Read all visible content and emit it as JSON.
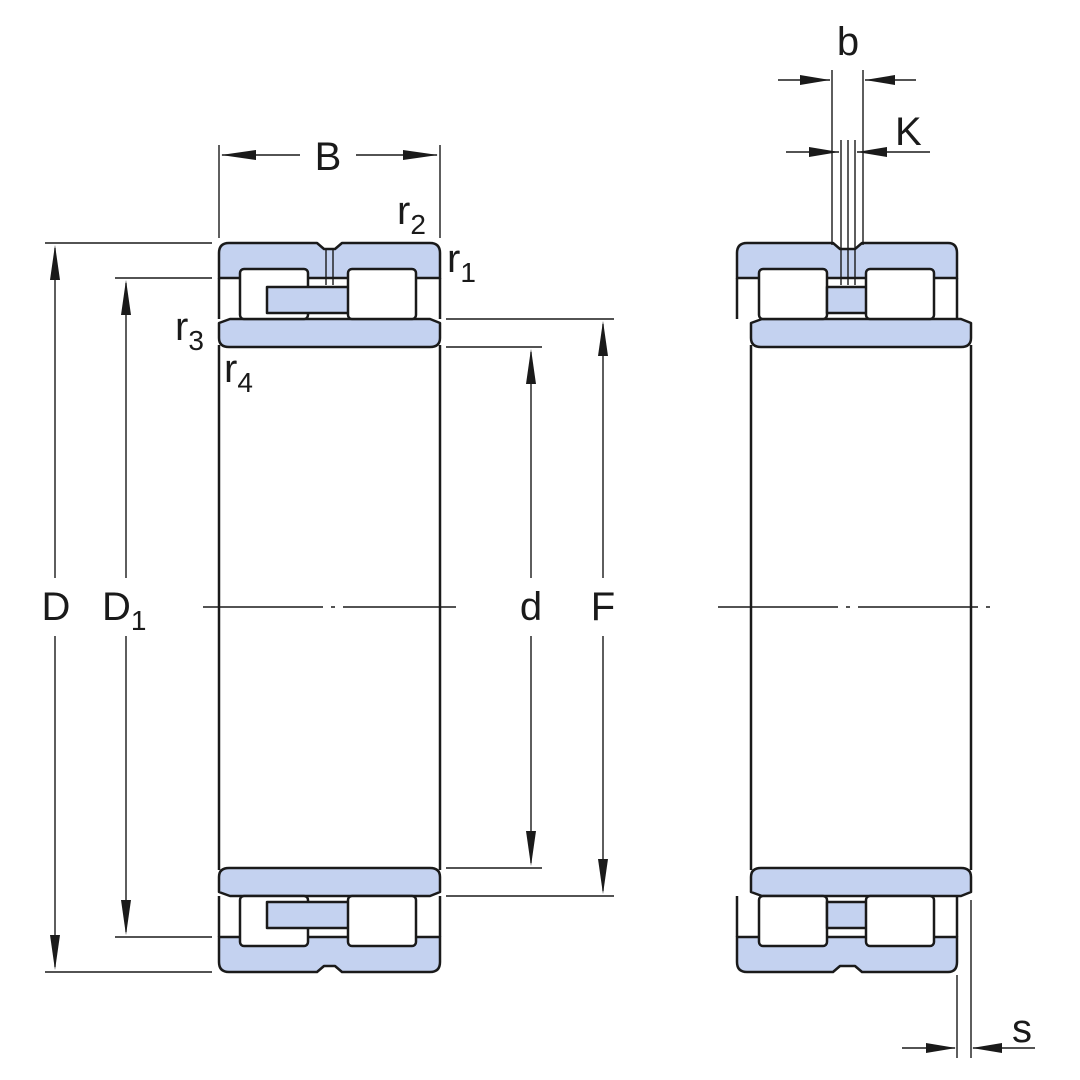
{
  "labels": {
    "D": "D",
    "D1_main": "D",
    "D1_sub": "1",
    "d": "d",
    "F": "F",
    "B": "B",
    "r1_main": "r",
    "r1_sub": "1",
    "r2_main": "r",
    "r2_sub": "2",
    "r3_main": "r",
    "r3_sub": "3",
    "r4_main": "r",
    "r4_sub": "4",
    "b": "b",
    "K": "K",
    "s": "s"
  },
  "colors": {
    "part_fill": "#c4d2f0",
    "line": "#1a1a1a",
    "background": "#ffffff"
  }
}
